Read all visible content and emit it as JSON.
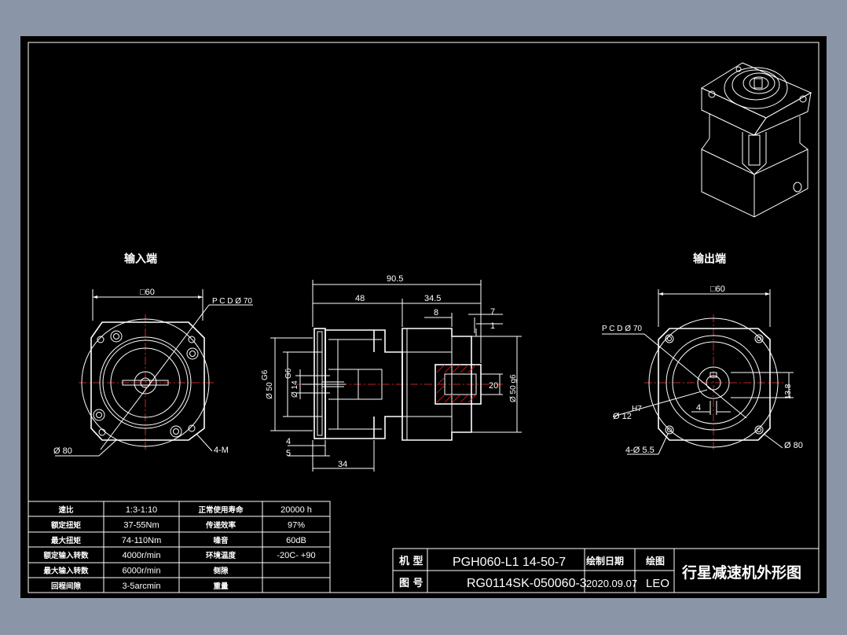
{
  "drawing": {
    "input_end_label": "输入端",
    "output_end_label": "输出端",
    "title_block": {
      "model_label": "机 型",
      "model_value": "PGH060-L1 14-50-7",
      "drawing_no_label": "图 号",
      "drawing_no_value": "RG0114SK-050060-3",
      "drawn_date_label": "绘制日期",
      "drawn_date_value": "2020.09.07",
      "drawn_by_label": "绘图",
      "drawn_by_value": "LEO",
      "title": "行星减速机外形图"
    },
    "spec_table": [
      [
        "速比",
        "1:3-1:10",
        "正常使用寿命",
        "20000 h"
      ],
      [
        "额定扭矩",
        "37-55Nm",
        "传递效率",
        "97%"
      ],
      [
        "最大扭矩",
        "74-110Nm",
        "噪音",
        "60dB"
      ],
      [
        "额定输入转数",
        "4000r/min",
        "环境温度",
        "-20C- +90"
      ],
      [
        "最大输入转数",
        "6000r/min",
        "侧隙",
        ""
      ],
      [
        "回程间隙",
        "3-5arcmin",
        "重量",
        ""
      ]
    ],
    "input_view_dims": {
      "square": "□60",
      "pcd": "P C D Ø 70",
      "dia80": "Ø 80",
      "holes": "4-M"
    },
    "side_view_dims": {
      "overall": "90.5",
      "body": "48",
      "output_len": "34.5",
      "key_len": "8",
      "d7": "7",
      "d1": "1",
      "g6_a": "G6",
      "g6_b": "G6",
      "dia50_in": "Ø 50",
      "dia14": "Ø 14",
      "dia20": "20",
      "dia50_out": "Ø 50 g6",
      "d4": "4",
      "d5": "5",
      "d34": "34"
    },
    "output_view_dims": {
      "square": "□60",
      "pcd": "P C D Ø 70",
      "h7": "H7",
      "dia12": "Ø 12",
      "key4": "4",
      "d13_8": "13.8",
      "holes": "4-Ø 5.5",
      "dia80": "Ø 80"
    }
  }
}
